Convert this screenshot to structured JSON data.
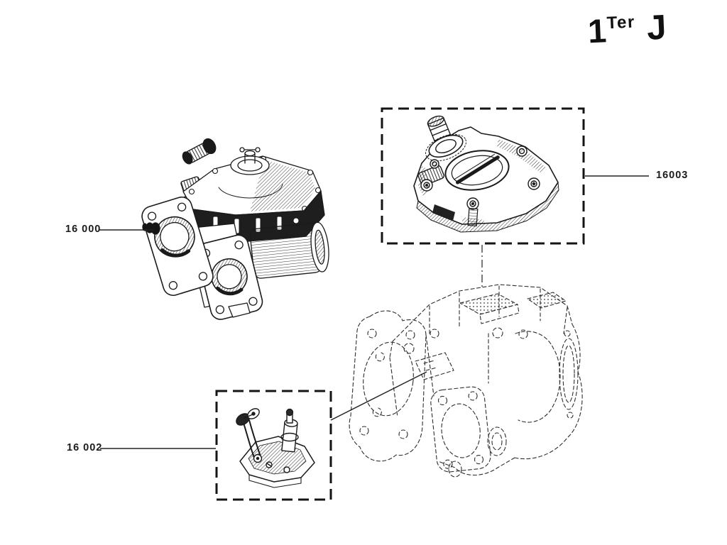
{
  "page": {
    "paper_color": "#ffffff",
    "ink_color": "#1a1a1a"
  },
  "plate_code": {
    "number": "1",
    "suffix": "Ter",
    "series": "J"
  },
  "part_labels": [
    {
      "ref": "16000",
      "text": "16 000"
    },
    {
      "ref": "16003",
      "text": "16003"
    },
    {
      "ref": "16002",
      "text": "16 002"
    }
  ]
}
